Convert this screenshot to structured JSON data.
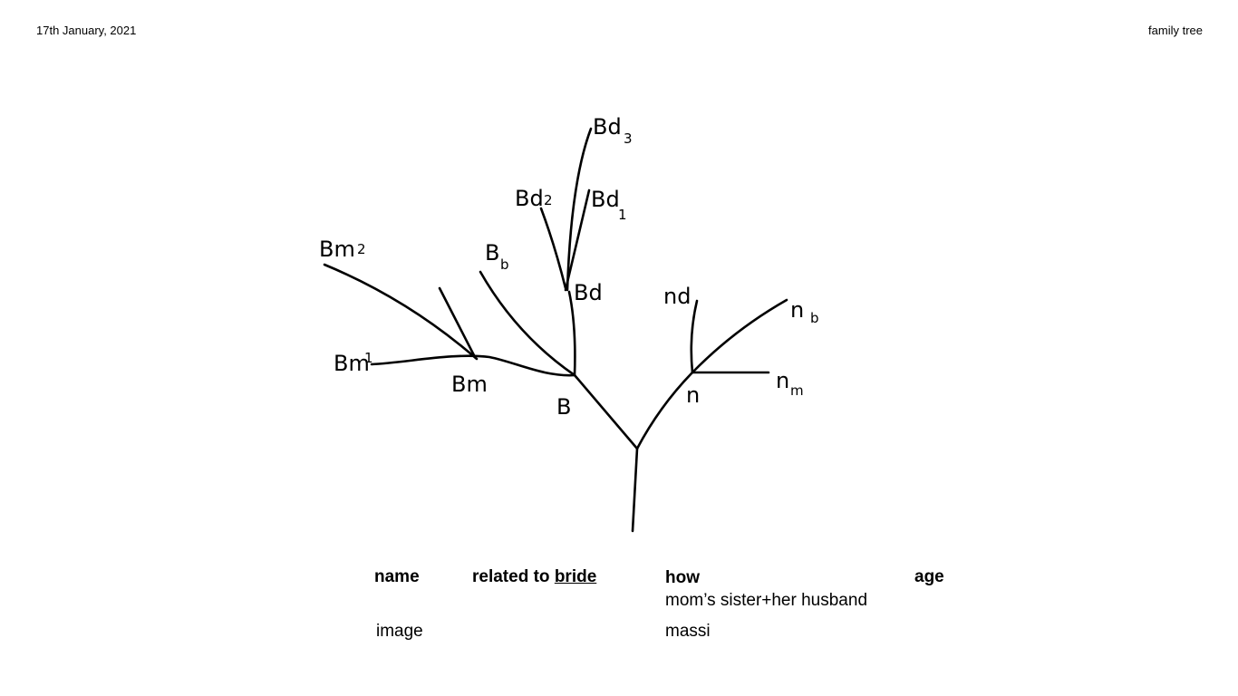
{
  "header": {
    "date": "17th January, 2021",
    "title": "family tree"
  },
  "tree": {
    "labels": {
      "b": "B",
      "bm": "Bm",
      "bm1": "Bm",
      "bm1_sub": "1",
      "bm2": "Bm",
      "bm2_sub": "2",
      "bb": "B",
      "bb_sub": "b",
      "bd": "Bd",
      "bd1": "Bd",
      "bd1_sub": "1",
      "bd2": "Bd",
      "bd2_sub": "2",
      "bd3": "Bd",
      "bd3_sub": "3",
      "n": "n",
      "nd": "nd",
      "nb": "n",
      "nb_sub": "b",
      "nm": "n",
      "nm_sub": "m"
    }
  },
  "table": {
    "headers": {
      "name": "name",
      "related_prefix": "related to ",
      "related_word": "bride",
      "how": "how",
      "age": "age"
    },
    "rows": [
      {
        "name": "image",
        "how_line1": "mom’s sister+her husband",
        "how_line2": "massi"
      }
    ]
  }
}
